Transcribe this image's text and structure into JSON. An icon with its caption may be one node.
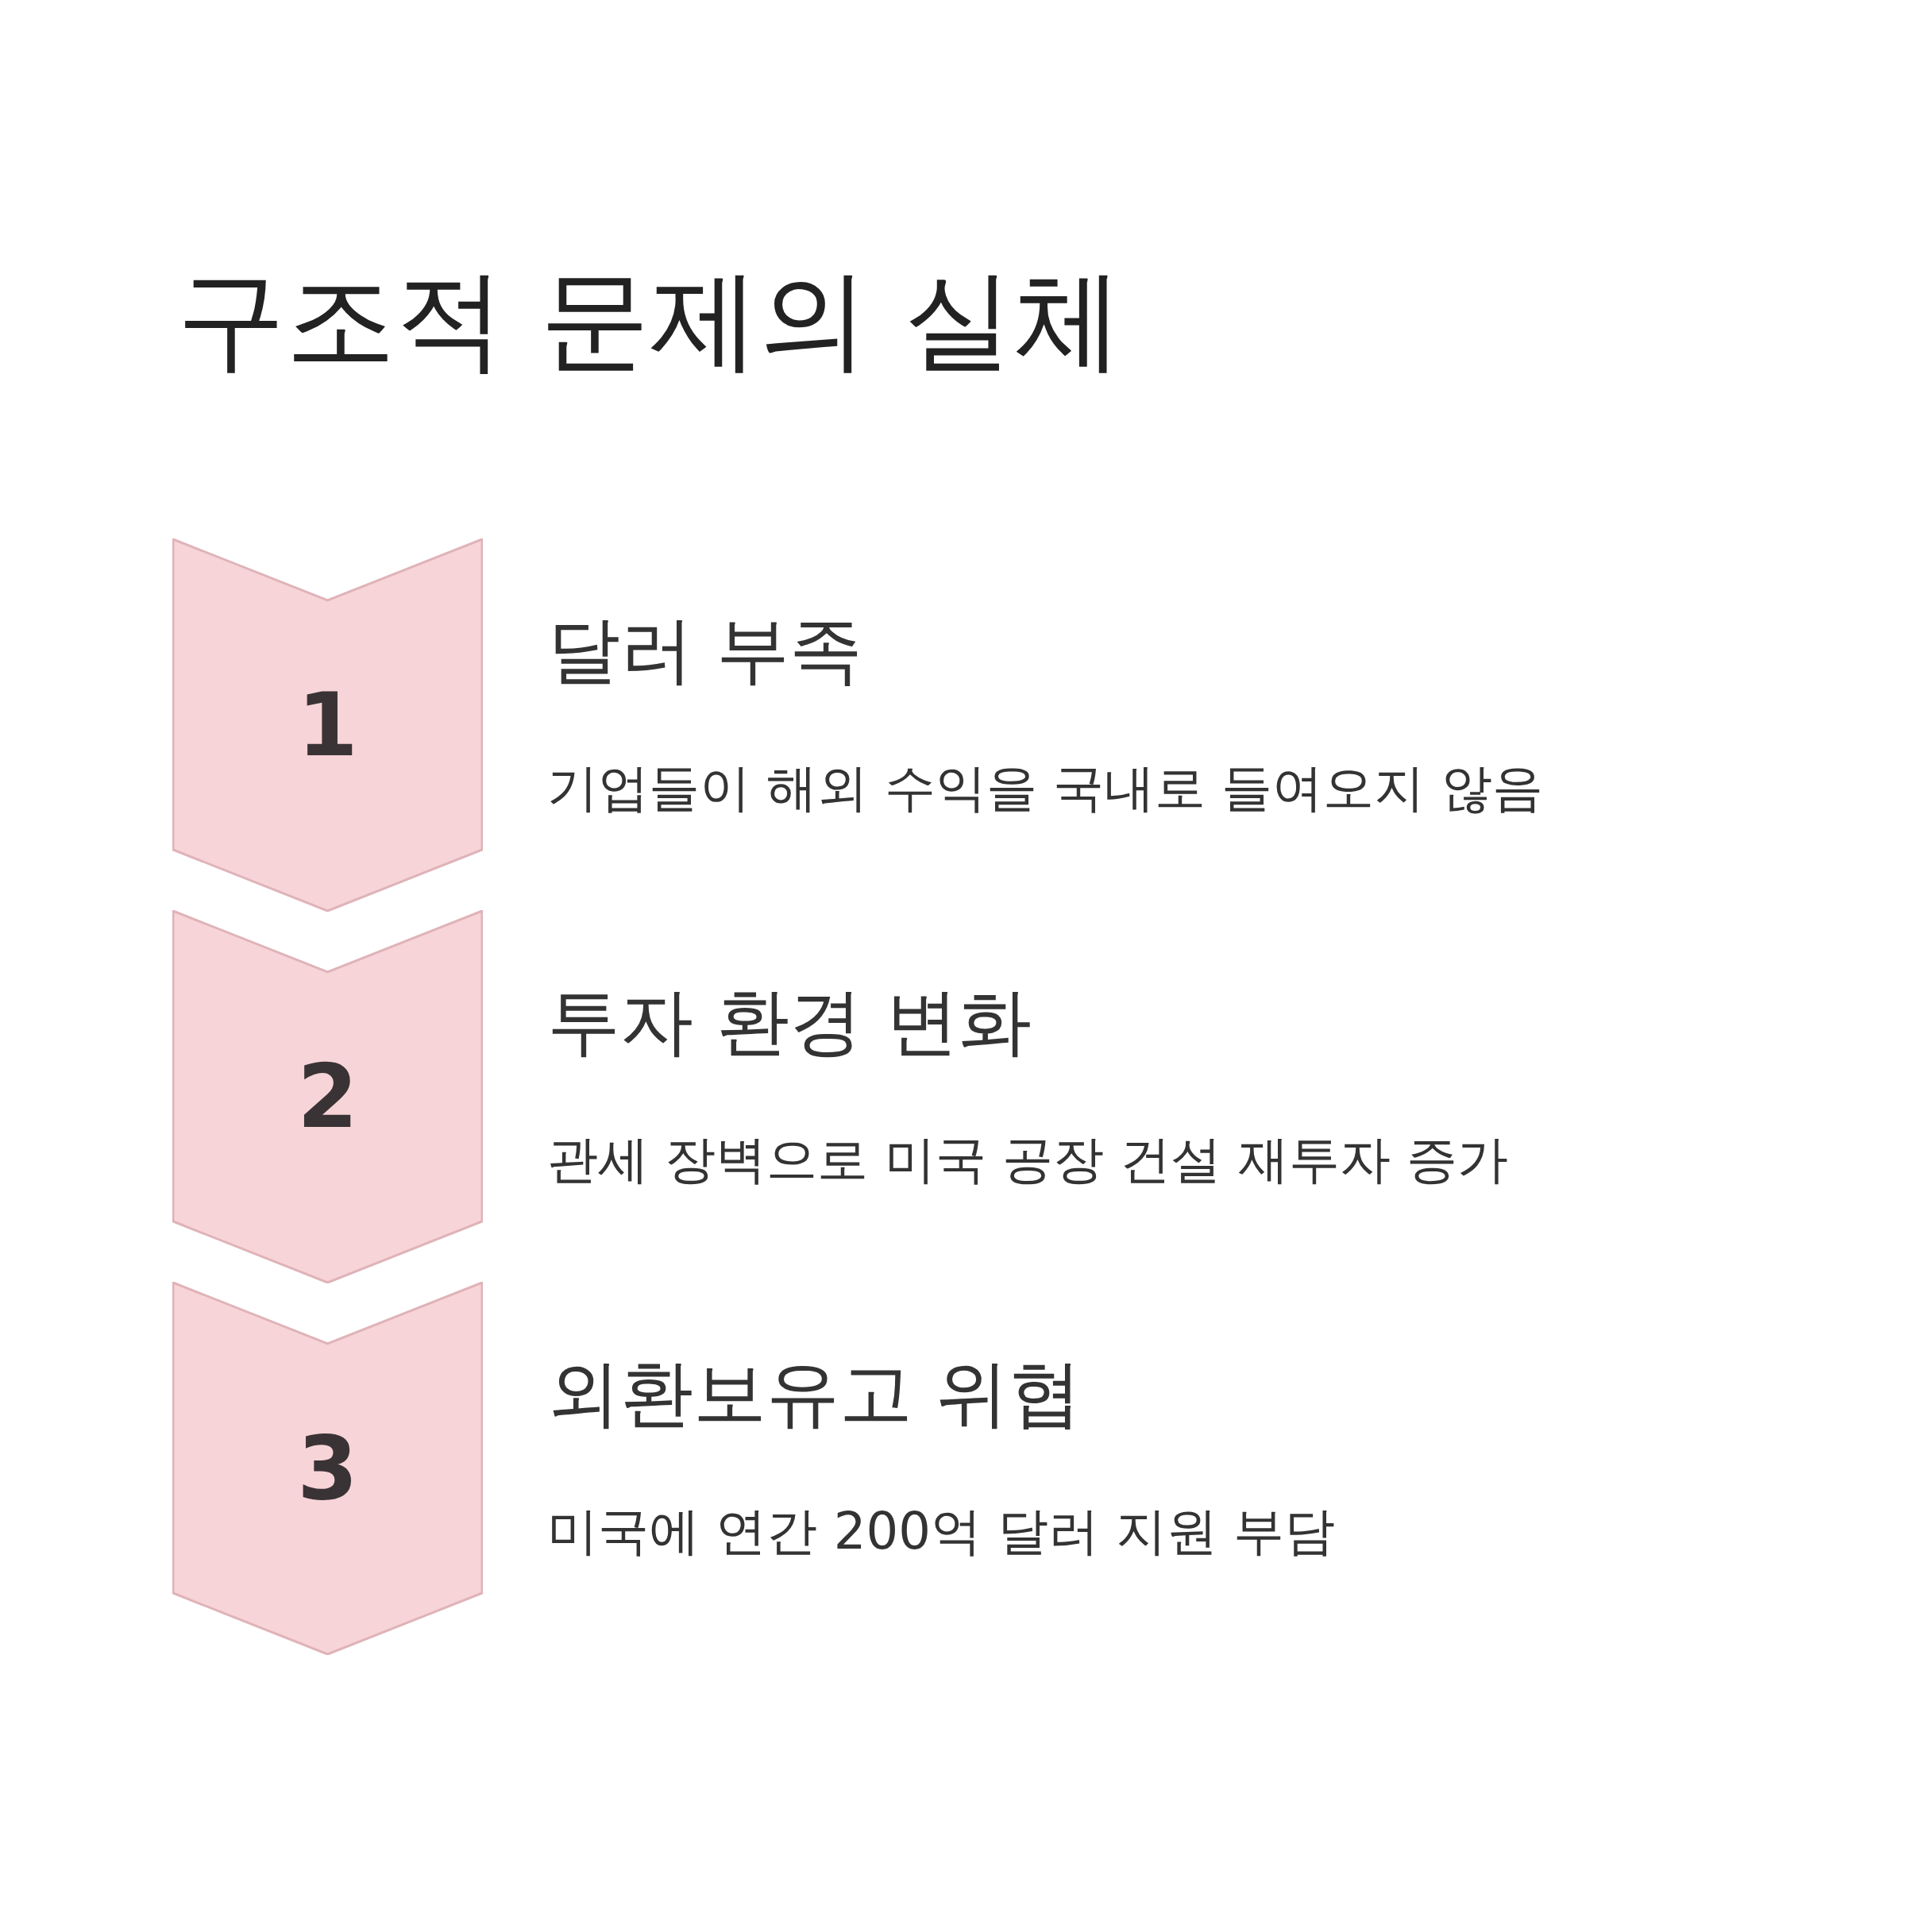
{
  "diagram": {
    "title": "구조적 문제의 실체",
    "nodes": [
      {
        "text": [
          "1"
        ],
        "beside": [
          "달러 부족",
          "기업들이 해외 수익을 국내로 들여오지 않음"
        ]
      },
      {
        "text": [
          "2"
        ],
        "beside": [
          "투자 환경 변화",
          "관세 장벽으로 미국 공장 건설 재투자 증가"
        ]
      },
      {
        "text": [
          "3"
        ],
        "beside": [
          "외환보유고 위협",
          "미국에 연간 200억 달러 지원 부담"
        ]
      }
    ]
  }
}
